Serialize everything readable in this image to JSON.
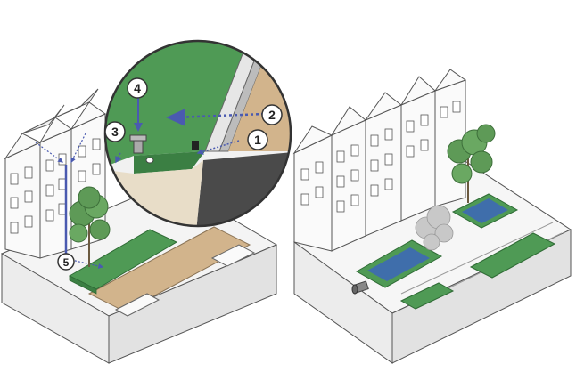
{
  "callouts": [
    {
      "id": "1",
      "label": "1"
    },
    {
      "id": "2",
      "label": "2"
    },
    {
      "id": "3",
      "label": "3"
    },
    {
      "id": "4",
      "label": "4"
    },
    {
      "id": "5",
      "label": "5"
    }
  ],
  "colors": {
    "green": "#4f9a55",
    "green_dark": "#3b7f43",
    "sand": "#d2b48c",
    "asphalt": "#4a4a4a",
    "water": "#3a5fc8",
    "arrow": "#4a5ab0",
    "outline": "#555555"
  },
  "icons": [
    "tree-icon",
    "rain-pipe-icon",
    "drain-grate-icon",
    "outfall-pipe-icon",
    "flow-arrow-icon"
  ]
}
